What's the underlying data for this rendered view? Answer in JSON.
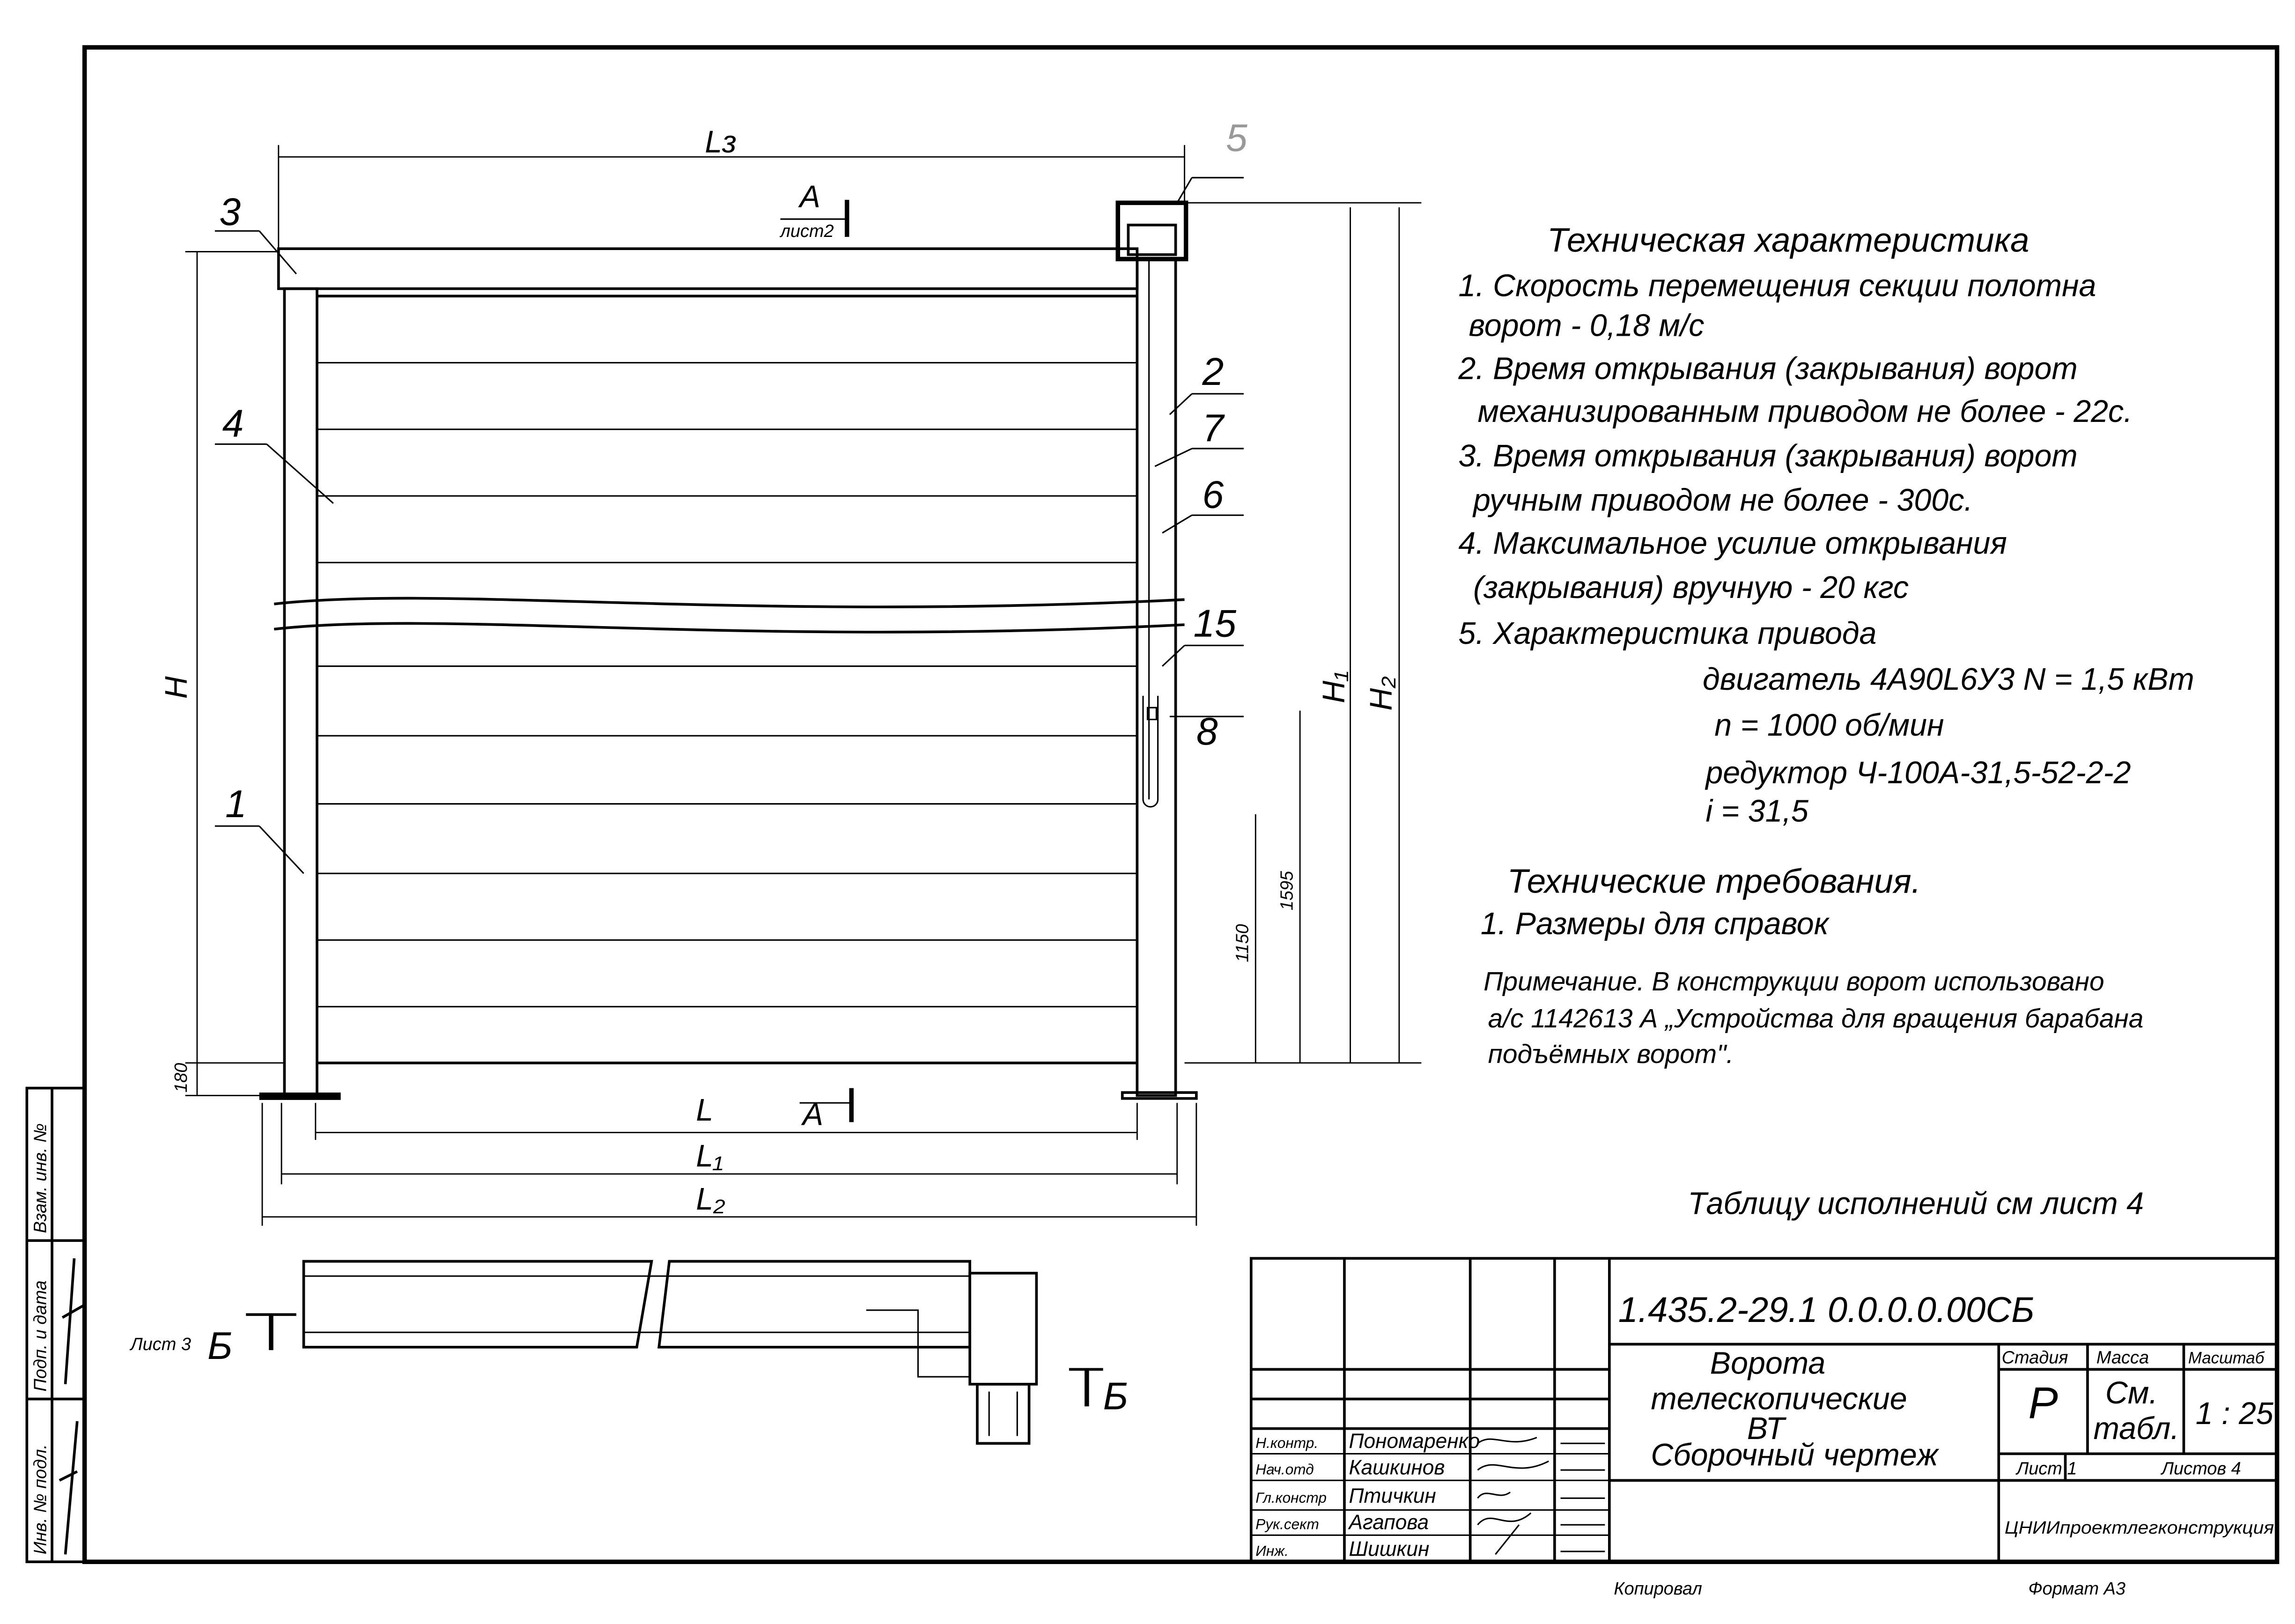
{
  "drawing": {
    "callouts": [
      "1",
      "2",
      "3",
      "4",
      "5",
      "6",
      "7",
      "8",
      "15"
    ],
    "dimensions": {
      "Ls": "Lз",
      "H": "H",
      "H1": "H₁",
      "H2": "H₂",
      "d180": "180",
      "d1150": "1150",
      "d1595": "1595",
      "L": "L",
      "L1": "L₁",
      "L2": "L₂"
    },
    "section_a": {
      "letter": "А",
      "sheet": "лист2"
    },
    "section_b": {
      "letter": "Б",
      "sheet_ref": "Лист 3"
    }
  },
  "tech_characteristics": {
    "title": "Техническая характеристика",
    "lines": [
      "1. Скорость перемещения секции полотна",
      "ворот - 0,18 м/с",
      "2. Время открывания (закрывания) ворот",
      "механизированным приводом не более - 22с.",
      "3. Время открывания (закрывания) ворот",
      "ручным приводом не более - 300с.",
      "4. Максимальное усилие открывания",
      "(закрывания) вручную - 20 кгс",
      "5. Характеристика привода"
    ],
    "drive": [
      "двигатель 4А90L6У3  N = 1,5 кВт",
      "n = 1000 об/мин",
      "редуктор  Ч-100А-31,5-52-2-2",
      "i = 31,5"
    ]
  },
  "tech_requirements": {
    "title": "Технические требования.",
    "lines": [
      "1. Размеры для справок"
    ]
  },
  "note": {
    "lines": [
      "Примечание. В конструкции ворот использовано",
      "а/с 1142613 А „Устройства для вращения барабана",
      "подъёмных ворот\"."
    ]
  },
  "table_ref": "Таблицу исполнений см лист 4",
  "title_block": {
    "code": "1.435.2-29.1  0.0.0.0.00СБ",
    "name": [
      "Ворота",
      "телескопические",
      "ВТ",
      "Сборочный чертеж"
    ],
    "stage_label": "Стадия",
    "mass_label": "Масса",
    "scale_label": "Масштаб",
    "stage": "Р",
    "mass": [
      "См.",
      "табл."
    ],
    "scale": "1 : 25",
    "sheet_label": "Лист 1",
    "sheets_label": "Листов 4",
    "org": "ЦНИИпроектлегконструкция",
    "roles": [
      "Н.контр.",
      "Нач.отд",
      "Гл.констр",
      "Рук.сект",
      "Инж."
    ],
    "names": [
      "Пономаренко",
      "Кашкинов",
      "Птичкин",
      "Агапова",
      "Шишкин"
    ]
  },
  "side_stamp": {
    "labels": [
      "Инв. № подл.",
      "Подп. и дата",
      "Взам. инв. №"
    ]
  },
  "footer": {
    "copied": "Копировал",
    "format": "Формат А3"
  }
}
